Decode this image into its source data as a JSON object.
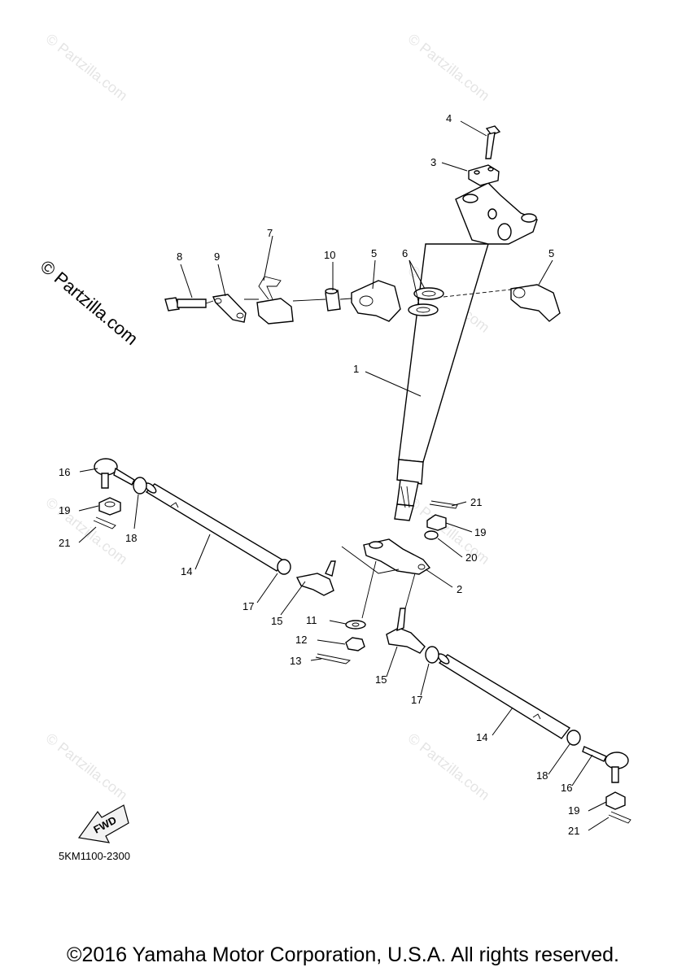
{
  "watermark": "© Partzilla.com",
  "diagram_code": "5KM1100-2300",
  "copyright": "©2016 Yamaha Motor Corporation, U.S.A. All rights reserved.",
  "fwd_label": "FWD",
  "callouts": {
    "c1": "1",
    "c2": "2",
    "c3": "3",
    "c4": "4",
    "c5a": "5",
    "c5b": "5",
    "c6": "6",
    "c7": "7",
    "c8": "8",
    "c9": "9",
    "c10": "10",
    "c11": "11",
    "c12": "12",
    "c13": "13",
    "c14a": "14",
    "c14b": "14",
    "c15a": "15",
    "c15b": "15",
    "c16a": "16",
    "c16b": "16",
    "c17a": "17",
    "c17b": "17",
    "c18a": "18",
    "c18b": "18",
    "c19a": "19",
    "c19b": "19",
    "c19c": "19",
    "c20": "20",
    "c21a": "21",
    "c21b": "21",
    "c21c": "21"
  }
}
